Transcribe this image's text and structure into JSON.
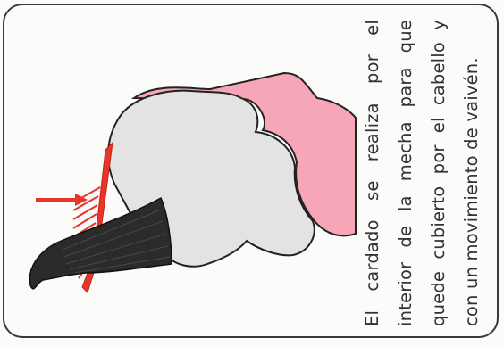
{
  "caption": {
    "lines": [
      "El cardado se realiza por el",
      "interior de la mecha para que",
      "quede cubierto por el cabello y",
      "con un movimiento de vaivén."
    ]
  },
  "colors": {
    "skin": "#f6a6b6",
    "glove": "#e3e3e3",
    "hair": "#2b2b2b",
    "comb": "#e8352a",
    "arrow": "#e8352a",
    "outline": "#222222",
    "text": "#333333"
  }
}
